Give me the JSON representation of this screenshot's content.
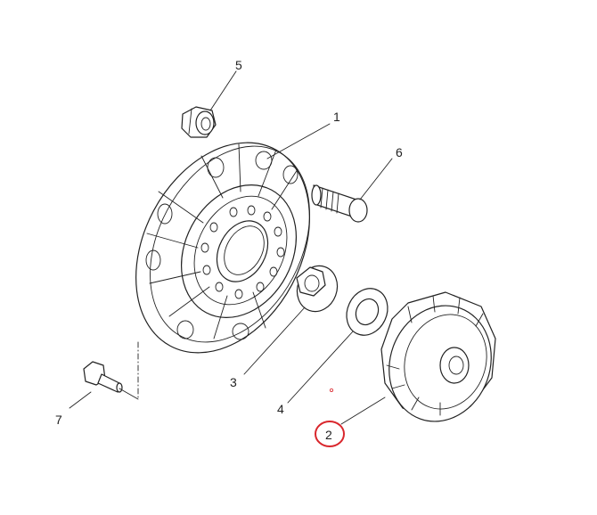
{
  "diagram": {
    "callouts": [
      {
        "id": "1",
        "label": "1"
      },
      {
        "id": "2",
        "label": "2",
        "highlighted": true
      },
      {
        "id": "3",
        "label": "3"
      },
      {
        "id": "4",
        "label": "4"
      },
      {
        "id": "5",
        "label": "5"
      },
      {
        "id": "6",
        "label": "6"
      },
      {
        "id": "7",
        "label": "7"
      }
    ],
    "highlight_color": "#d9262c",
    "line_color": "#222222"
  }
}
